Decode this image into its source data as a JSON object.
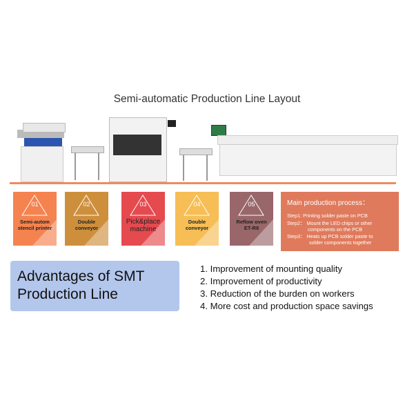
{
  "title": "Semi-automatic Production Line Layout",
  "cards": [
    {
      "num": "01",
      "label1": "Semi-autom",
      "label2": "stencil printer",
      "color": "#f5834f"
    },
    {
      "num": "02",
      "label1": "Double",
      "label2": "conveyor",
      "color": "#ce8f3c"
    },
    {
      "num": "03",
      "label1": "Pick&place",
      "label2": "machine",
      "color": "#e54a4f"
    },
    {
      "num": "04",
      "label1": "Double",
      "label2": "conveyor",
      "color": "#f6be55"
    },
    {
      "num": "05",
      "label1": "Reflow oven",
      "label2": "ET-R8",
      "color": "#99676a"
    }
  ],
  "process": {
    "heading": "Main production process：",
    "step1": "Step1: Printing solder paste on PCB",
    "step2a": "Step2： Mount the LED chips or other",
    "step2b": "components on the PCB",
    "step3a": "Step3： Heats up PCB solder paste to",
    "step3b": "solder components together"
  },
  "advantages": {
    "line1": "Advantages of SMT",
    "line2": "Production Line"
  },
  "list": [
    "1. Improvement of mounting  quality",
    "2. Improvement of productivity",
    "3. Reduction of  the burden on workers",
    "4. More cost and production space savings"
  ]
}
